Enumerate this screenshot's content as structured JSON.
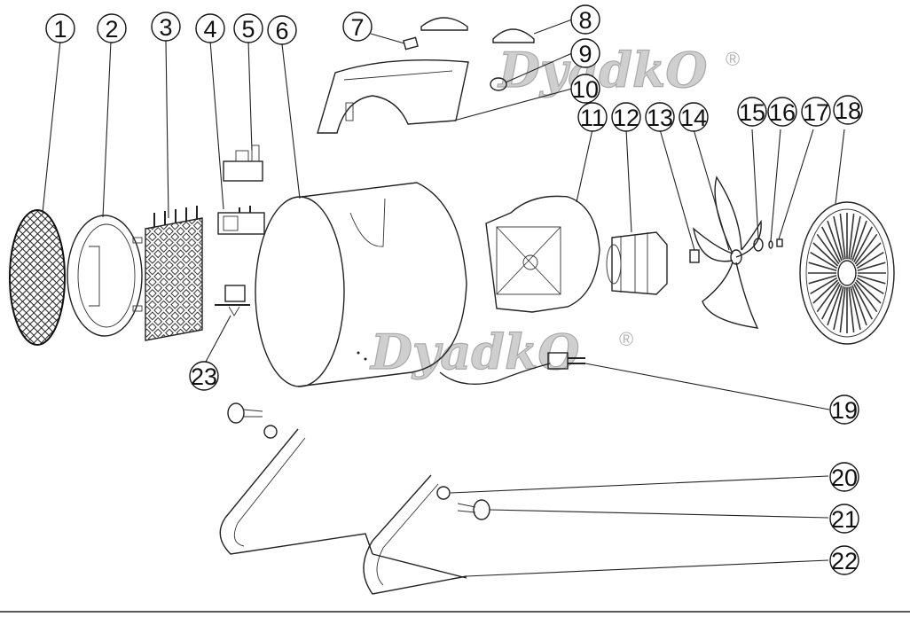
{
  "diagram": {
    "part_labels": [
      "1",
      "2",
      "3",
      "4",
      "5",
      "6",
      "7",
      "8",
      "9",
      "10",
      "11",
      "12",
      "13",
      "14",
      "15",
      "16",
      "17",
      "18",
      "19",
      "20",
      "21",
      "22",
      "23"
    ],
    "watermark": {
      "text": "DyadkO",
      "registered_mark": "®"
    }
  }
}
